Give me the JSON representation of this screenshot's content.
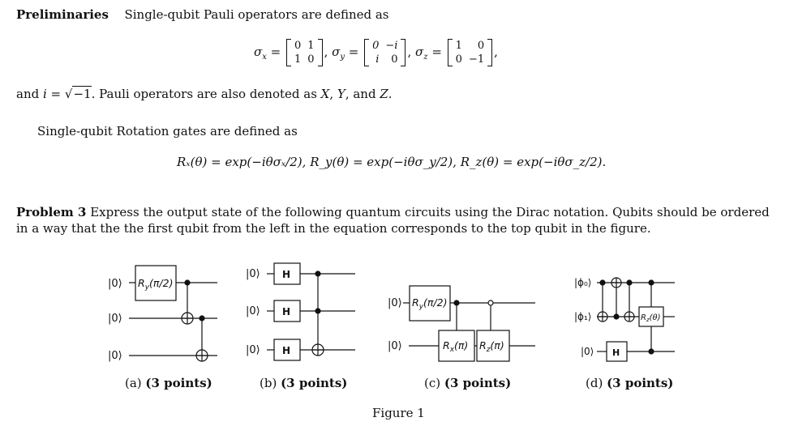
{
  "preliminaries": {
    "heading": "Preliminaries",
    "intro": "Single-qubit Pauli operators are defined as",
    "sigma_x_label": "σ",
    "sigma_x_sub": "x",
    "sigma_x_matrix": [
      [
        "0",
        "1"
      ],
      [
        "1",
        "0"
      ]
    ],
    "sigma_y_label": "σ",
    "sigma_y_sub": "y",
    "sigma_y_matrix": [
      [
        "0",
        "−i"
      ],
      [
        "i",
        "0"
      ]
    ],
    "sigma_z_label": "σ",
    "sigma_z_sub": "z",
    "sigma_z_matrix": [
      [
        "1",
        "0"
      ],
      [
        "0",
        "−1"
      ]
    ],
    "and_text_1": "and ",
    "i_eq": "i = ",
    "sqrt_content": "−1",
    "and_text_2": ". Pauli operators are also denoted as ",
    "X": "X",
    "comma_1": ", ",
    "Y": "Y",
    "comma_and": ", and ",
    "Z": "Z",
    "period": ".",
    "rotation_intro": "Single-qubit Rotation gates are defined as",
    "rotation_eq": "Rₓ(θ) = exp(−iθσₓ/2),  R_y(θ) = exp(−iθσ_y/2),  R_z(θ) = exp(−iθσ_z/2)."
  },
  "problem": {
    "heading": "Problem 3",
    "line1": "Express the output state of the following quantum circuits using the Dirac notation. Qubits should be ordered",
    "line2": "in a way that the the first qubit from the left in the equation corresponds to the top qubit in the figure."
  },
  "circuits": {
    "a": {
      "kets": [
        "|0⟩",
        "|0⟩",
        "|0⟩"
      ],
      "gate": "R",
      "gate_sub": "y",
      "gate_arg": "(π/2)",
      "caption_prefix": "(a) ",
      "caption_points": "(3 points)"
    },
    "b": {
      "kets": [
        "|0⟩",
        "|0⟩",
        "|0⟩"
      ],
      "gate": "H",
      "caption_prefix": "(b) ",
      "caption_points": "(3 points)"
    },
    "c": {
      "kets": [
        "|0⟩",
        "|0⟩"
      ],
      "gate_top": "R",
      "gate_top_sub": "y",
      "gate_top_arg": "(π/2)",
      "gate_b1": "R",
      "gate_b1_sub": "x",
      "gate_b1_arg": "(π)",
      "gate_b2": "R",
      "gate_b2_sub": "z",
      "gate_b2_arg": "(π)",
      "caption_prefix": "(c) ",
      "caption_points": "(3 points)"
    },
    "d": {
      "kets": [
        "|ϕ₀⟩",
        "|ϕ₁⟩",
        "|0⟩"
      ],
      "gate_h": "H",
      "gate_rz": "R",
      "gate_rz_sub": "z",
      "gate_rz_arg": "(θ)",
      "caption_prefix": "(d) ",
      "caption_points": "(3 points)"
    }
  },
  "figure_caption": "Figure 1"
}
